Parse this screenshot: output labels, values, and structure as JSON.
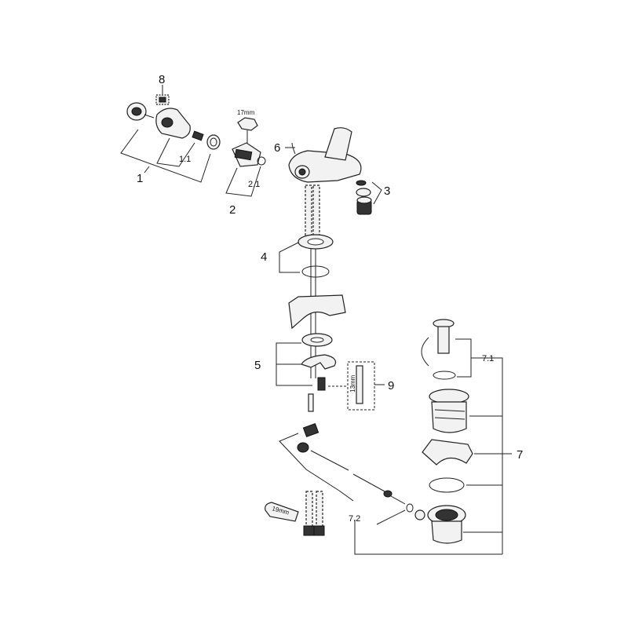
{
  "labels": {
    "l1": "1",
    "l1_1": "1.1",
    "l2": "2",
    "l2_1": "2.1",
    "l3": "3",
    "l4": "4",
    "l5": "5",
    "l6": "6",
    "l7": "7",
    "l7_1": "7.1",
    "l7_2": "7.2",
    "l8": "8",
    "l9": "9"
  },
  "tool_marks": {
    "wrench_17": "17mm",
    "key_13": "13mm",
    "wrench_19": "19mm"
  }
}
